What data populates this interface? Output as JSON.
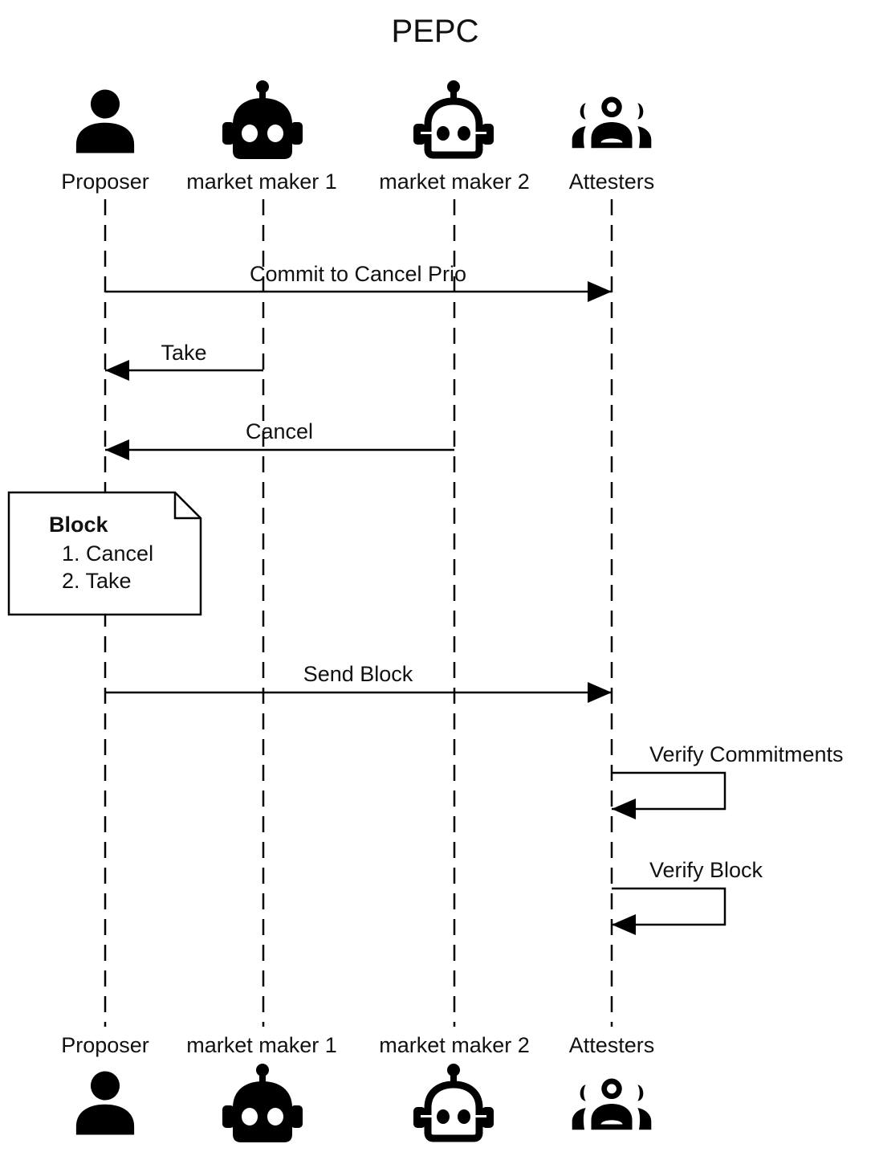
{
  "title": "PEPC",
  "participants": [
    {
      "id": "proposer",
      "label": "Proposer",
      "icon": "person-icon"
    },
    {
      "id": "mm1",
      "label": "market maker 1",
      "icon": "robot-filled-icon"
    },
    {
      "id": "mm2",
      "label": "market maker 2",
      "icon": "robot-outline-icon"
    },
    {
      "id": "attesters",
      "label": "Attesters",
      "icon": "group-icon"
    }
  ],
  "messages": [
    {
      "label": "Commit to Cancel Prio",
      "from": "proposer",
      "to": "attesters"
    },
    {
      "label": "Take",
      "from": "mm1",
      "to": "proposer"
    },
    {
      "label": "Cancel",
      "from": "mm2",
      "to": "proposer"
    },
    {
      "label": "Send Block",
      "from": "proposer",
      "to": "attesters"
    },
    {
      "label": "Verify Commitments",
      "from": "attesters",
      "to": "attesters"
    },
    {
      "label": "Verify Block",
      "from": "attesters",
      "to": "attesters"
    }
  ],
  "note": {
    "attached_to": "proposer",
    "title": "Block",
    "items": [
      "1. Cancel",
      "2. Take"
    ]
  }
}
